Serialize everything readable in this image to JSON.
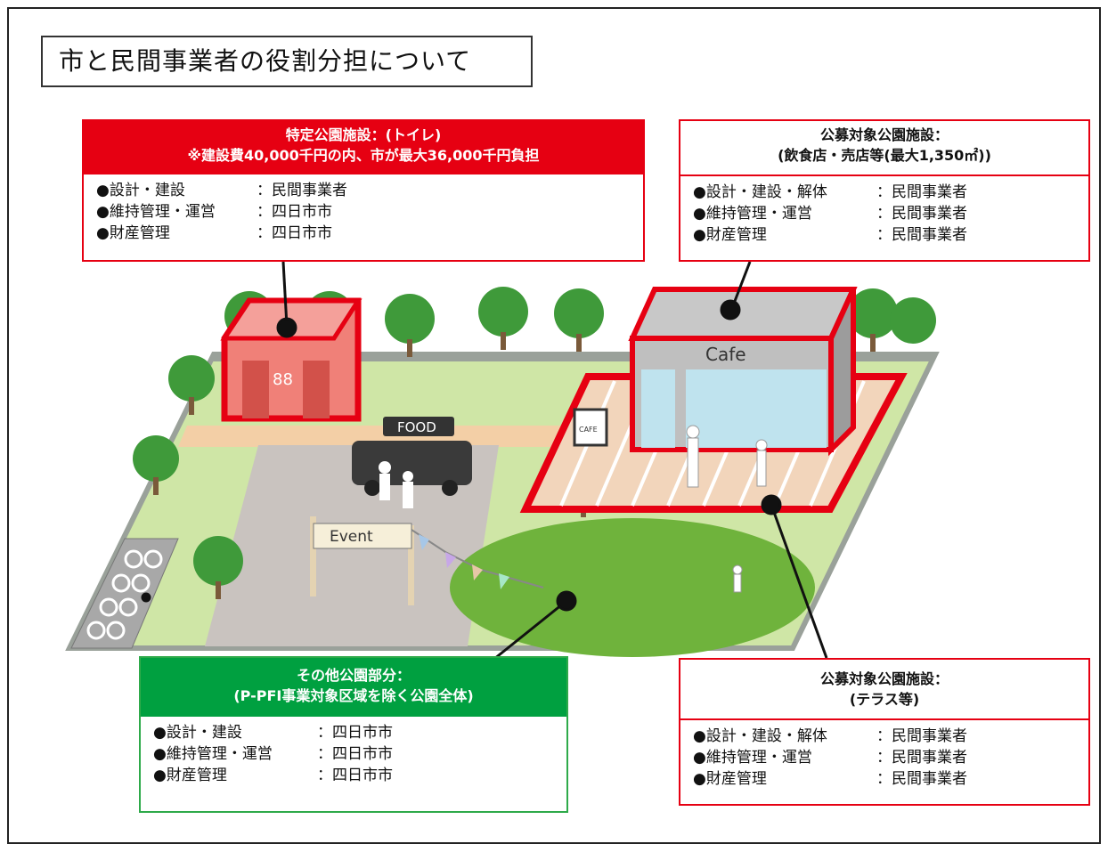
{
  "title": "市と民間事業者の役割分担について",
  "colors": {
    "red": "#e60012",
    "green": "#00a040",
    "lawn": "#c9e3a0",
    "tree": "#3f9a3a"
  },
  "toilet_card": {
    "head_line1": "特定公園施設：(トイレ)",
    "head_line2": "※建設費40,000千円の内、市が最大36,000千円負担",
    "rows": [
      {
        "k": "●設計・建設",
        "v": "：民間事業者"
      },
      {
        "k": "●維持管理・運営",
        "v": "：四日市市"
      },
      {
        "k": "●財産管理",
        "v": "：四日市市"
      }
    ]
  },
  "cafe_card": {
    "head_line1": "公募対象公園施設：",
    "head_line2": "(飲食店・売店等(最大1,350㎡))",
    "rows": [
      {
        "k": "●設計・建設・解体",
        "v": "：民間事業者"
      },
      {
        "k": "●維持管理・運営",
        "v": "：民間事業者"
      },
      {
        "k": "●財産管理",
        "v": "：民間事業者"
      }
    ]
  },
  "park_card": {
    "head_line1": "その他公園部分：",
    "head_line2": "(P-PFI事業対象区域を除く公園全体)",
    "rows": [
      {
        "k": "●設計・建設",
        "v": "：四日市市"
      },
      {
        "k": "●維持管理・運営",
        "v": "：四日市市"
      },
      {
        "k": "●財産管理",
        "v": "：四日市市"
      }
    ]
  },
  "terrace_card": {
    "head_line1": "公募対象公園施設：",
    "head_line2": "(テラス等)",
    "rows": [
      {
        "k": "●設計・建設・解体",
        "v": "：民間事業者"
      },
      {
        "k": "●維持管理・運営",
        "v": "：民間事業者"
      },
      {
        "k": "●財産管理",
        "v": "：民間事業者"
      }
    ]
  },
  "illustration": {
    "cafe_sign": "Cafe",
    "food_sign": "FOOD",
    "event_sign": "Event",
    "board_sign": "CAFE"
  }
}
